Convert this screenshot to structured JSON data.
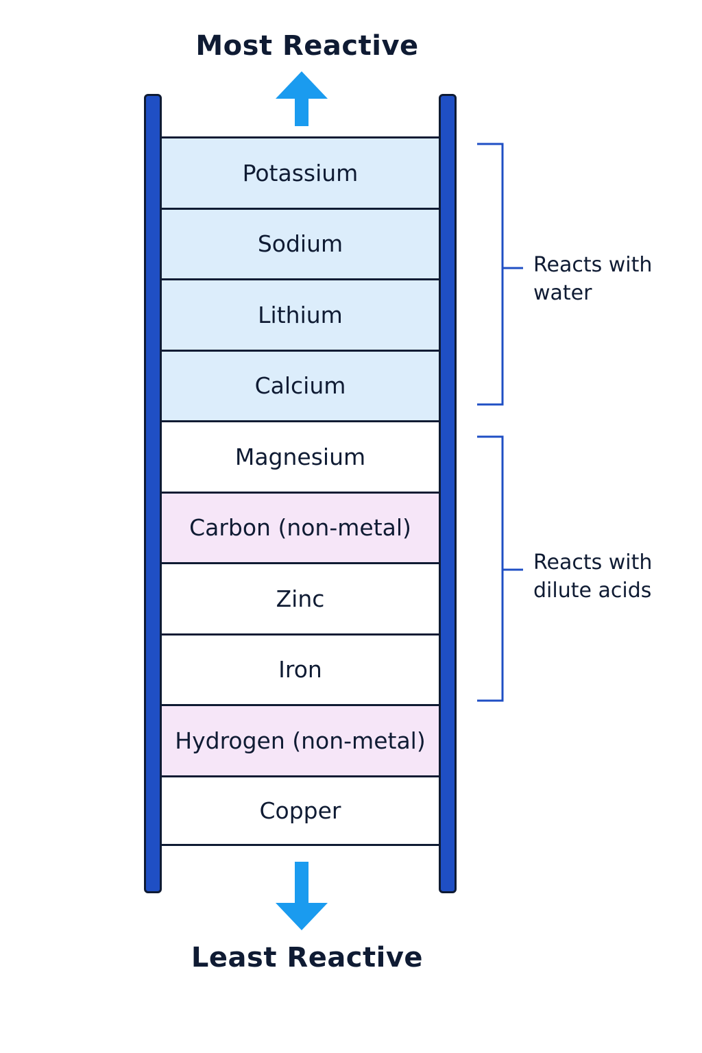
{
  "titles": {
    "top": "Most Reactive",
    "bottom": "Least Reactive"
  },
  "colors": {
    "rail": "#1f4fc4",
    "arrow": "#1a9bef",
    "bracket": "#1f4fc4",
    "water_rung_fill": "#dcedfb",
    "nonmetal_rung_fill": "#f6e6f8",
    "outline": "#0f1b33"
  },
  "rungs": [
    {
      "label": "Potassium",
      "group": "water"
    },
    {
      "label": "Sodium",
      "group": "water"
    },
    {
      "label": "Lithium",
      "group": "water"
    },
    {
      "label": "Calcium",
      "group": "water"
    },
    {
      "label": "Magnesium",
      "group": "acids"
    },
    {
      "label": "Carbon (non-metal)",
      "group": "nonmetal"
    },
    {
      "label": "Zinc",
      "group": "acids"
    },
    {
      "label": "Iron",
      "group": "acids"
    },
    {
      "label": "Hydrogen (non-metal)",
      "group": "nonmetal"
    },
    {
      "label": "Copper",
      "group": "none"
    }
  ],
  "brackets": {
    "water": {
      "label": "Reacts with\nwater"
    },
    "acids": {
      "label": "Reacts with\ndilute acids"
    }
  }
}
